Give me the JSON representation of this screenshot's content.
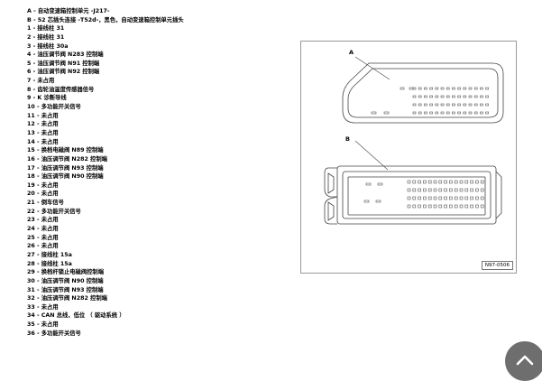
{
  "legend": [
    "A - 自动变速箱控制单元 -J217-",
    "B - 52 芯插头连接 -T52d-，黑色，自动变速箱控制单元插头",
    "1 - 接线柱 31",
    "2 - 接线柱 31",
    "3 - 接线柱 30a",
    "4 - 油压调节阀 N283 控制端",
    "5 - 油压调节阀 N91 控制端",
    "6 - 油压调节阀 N92 控制端",
    "7 - 未占用",
    "8 - 齿轮油温度传感器信号",
    "9 - K 诊断导线",
    "10 - 多功能开关信号",
    "11 - 未占用",
    "12 - 未占用",
    "13 - 未占用",
    "14 - 未占用",
    "15 - 换档电磁阀 N89 控制端",
    "16 - 油压调节阀 N282 控制端",
    "17 - 油压调节阀 N93 控制端",
    "18 - 油压调节阀 N90 控制端",
    "19 - 未占用",
    "20 - 未占用",
    "21 - 倒车信号",
    "22 - 多功能开关信号",
    "23 - 未占用",
    "24 - 未占用",
    "25 - 未占用",
    "26 - 未占用",
    "27 - 接线柱 15a",
    "28 - 接线柱 15a",
    "29 - 换档杆锁止电磁阀控制端",
    "30 - 油压调节阀 N90 控制端",
    "31 - 油压调节阀 N93 控制端",
    "32 - 油压调节阀 N282 控制端",
    "33 - 未占用",
    "34 - CAN 总线，低位 （ 驱动系统 ）",
    "35 - 未占用",
    "36 - 多功能开关信号"
  ],
  "figure": {
    "label_a": "A",
    "label_b": "B",
    "code": "N97-0506"
  },
  "scroll_top_icon": "chevron-up-icon"
}
